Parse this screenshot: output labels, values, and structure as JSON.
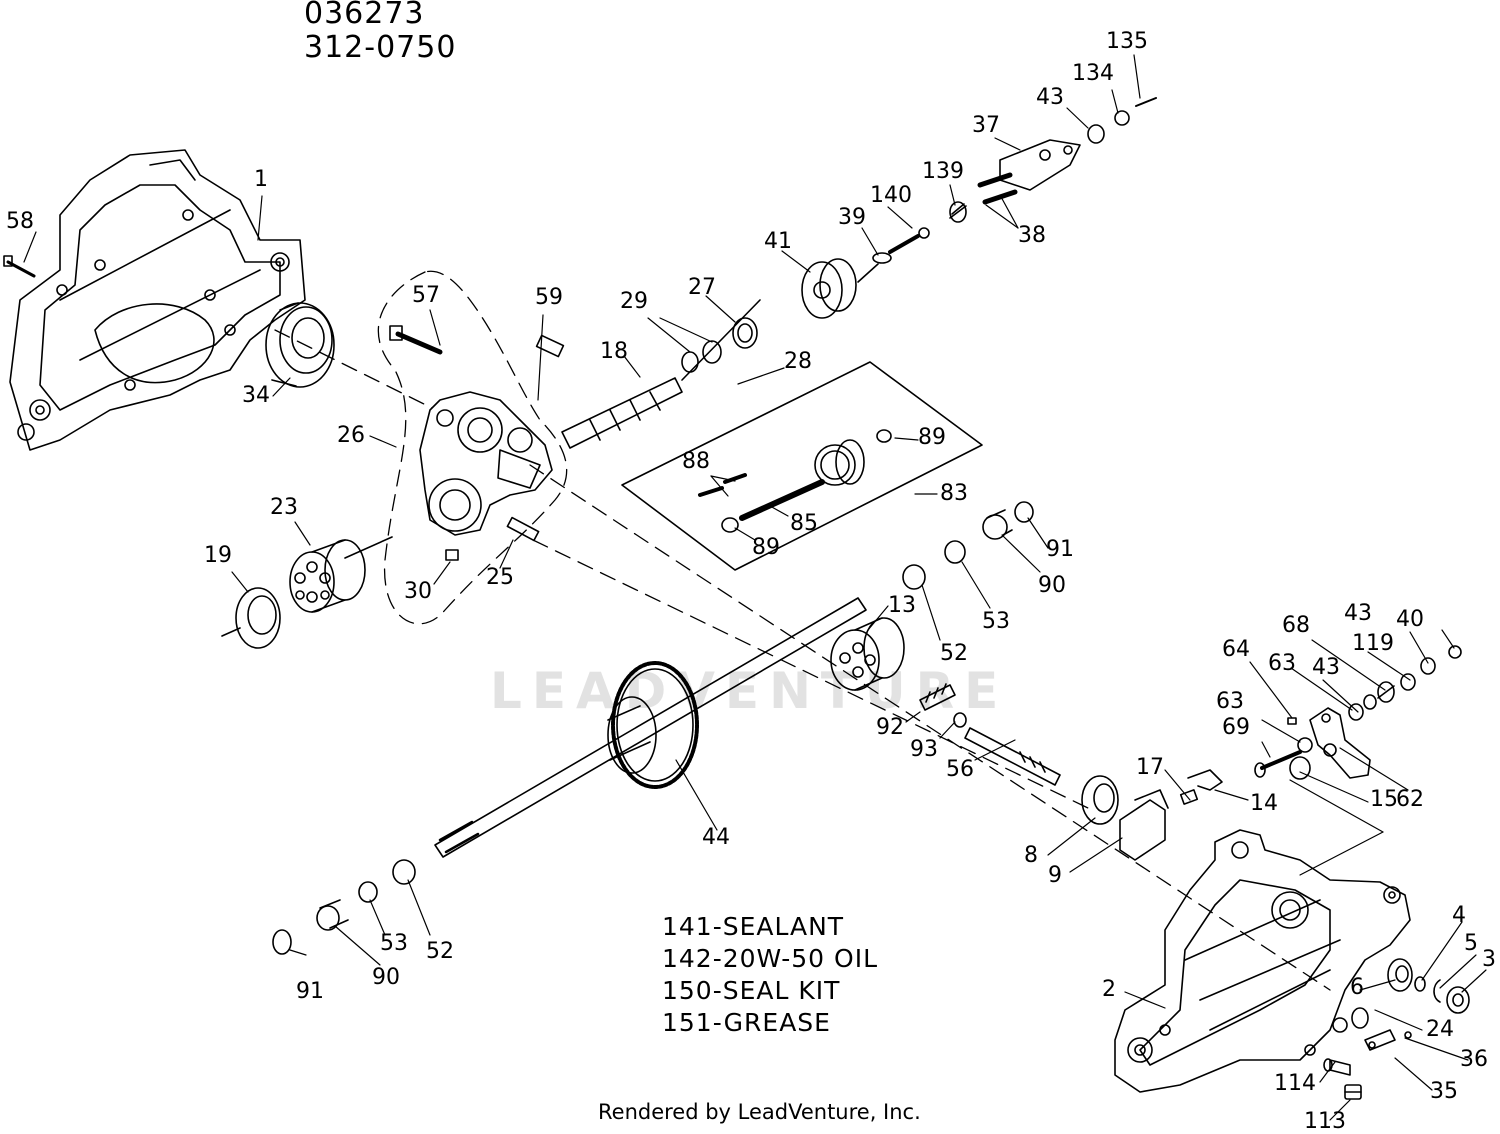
{
  "header": {
    "line1": "036273",
    "line2": "312-0750"
  },
  "watermark": "LEADVENTURE",
  "notes": [
    "141-SEALANT",
    "142-20W-50 OIL",
    "150-SEAL KIT",
    "151-GREASE"
  ],
  "footer": "Rendered by LeadVenture, Inc.",
  "callouts": [
    "1",
    "58",
    "34",
    "57",
    "59",
    "26",
    "23",
    "19",
    "30",
    "25",
    "18",
    "29",
    "27",
    "28",
    "41",
    "39",
    "140",
    "139",
    "37",
    "43",
    "134",
    "135",
    "38",
    "88",
    "89",
    "89",
    "85",
    "83",
    "91",
    "90",
    "53",
    "52",
    "13",
    "92",
    "93",
    "56",
    "44",
    "53",
    "52",
    "91",
    "90",
    "64",
    "68",
    "43",
    "119",
    "40",
    "63",
    "43",
    "63",
    "69",
    "62",
    "15",
    "17",
    "14",
    "8",
    "9",
    "2",
    "4",
    "5",
    "3",
    "6",
    "24",
    "36",
    "35",
    "114",
    "113"
  ]
}
